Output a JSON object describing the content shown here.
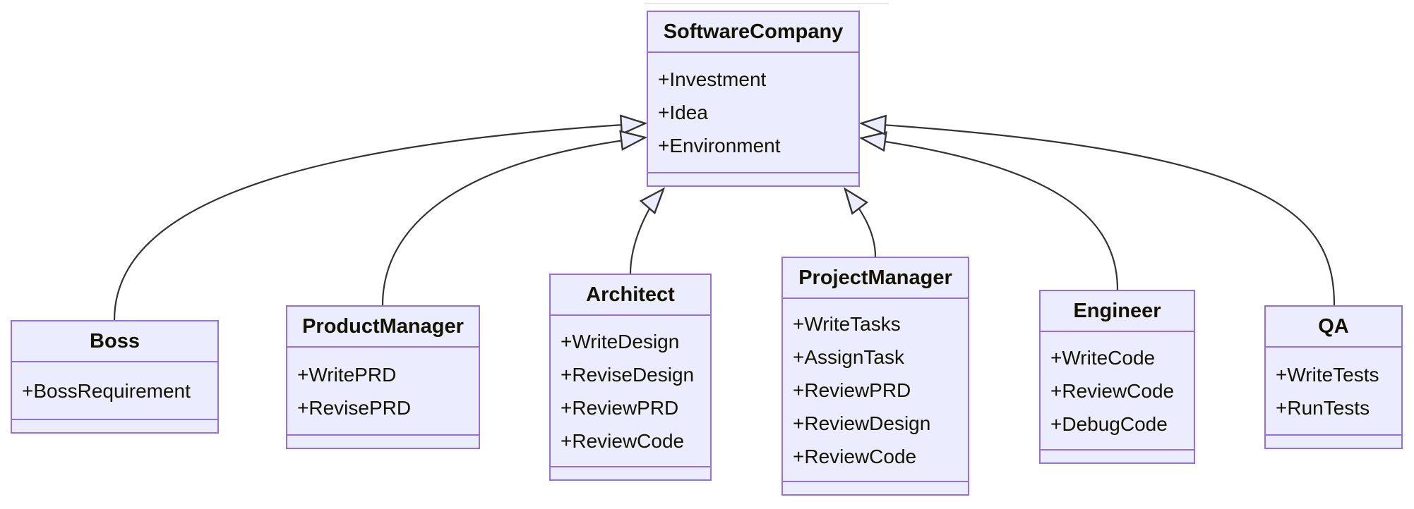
{
  "diagram": {
    "type": "uml-class-diagram",
    "colors": {
      "node_fill": "#ECECFF",
      "node_border": "#9370DB",
      "edge_line": "#333333",
      "arrow_fill": "#ECECFF",
      "text": "#131300",
      "background": "#ffffff"
    },
    "classes": [
      {
        "name": "SoftwareCompany",
        "members": [
          "+Investment",
          "+Idea",
          "+Environment"
        ],
        "methods": []
      },
      {
        "name": "Boss",
        "members": [
          "+BossRequirement"
        ],
        "methods": []
      },
      {
        "name": "ProductManager",
        "members": [
          "+WritePRD",
          "+RevisePRD"
        ],
        "methods": []
      },
      {
        "name": "Architect",
        "members": [
          "+WriteDesign",
          "+ReviseDesign",
          "+ReviewPRD",
          "+ReviewCode"
        ],
        "methods": []
      },
      {
        "name": "ProjectManager",
        "members": [
          "+WriteTasks",
          "+AssignTask",
          "+ReviewPRD",
          "+ReviewDesign",
          "+ReviewCode"
        ],
        "methods": []
      },
      {
        "name": "Engineer",
        "members": [
          "+WriteCode",
          "+ReviewCode",
          "+DebugCode"
        ],
        "methods": []
      },
      {
        "name": "QA",
        "members": [
          "+WriteTests",
          "+RunTests"
        ],
        "methods": []
      }
    ],
    "relations": [
      {
        "from": "Boss",
        "to": "SoftwareCompany",
        "type": "inheritance"
      },
      {
        "from": "ProductManager",
        "to": "SoftwareCompany",
        "type": "inheritance"
      },
      {
        "from": "Architect",
        "to": "SoftwareCompany",
        "type": "inheritance"
      },
      {
        "from": "ProjectManager",
        "to": "SoftwareCompany",
        "type": "inheritance"
      },
      {
        "from": "Engineer",
        "to": "SoftwareCompany",
        "type": "inheritance"
      },
      {
        "from": "QA",
        "to": "SoftwareCompany",
        "type": "inheritance"
      }
    ]
  }
}
